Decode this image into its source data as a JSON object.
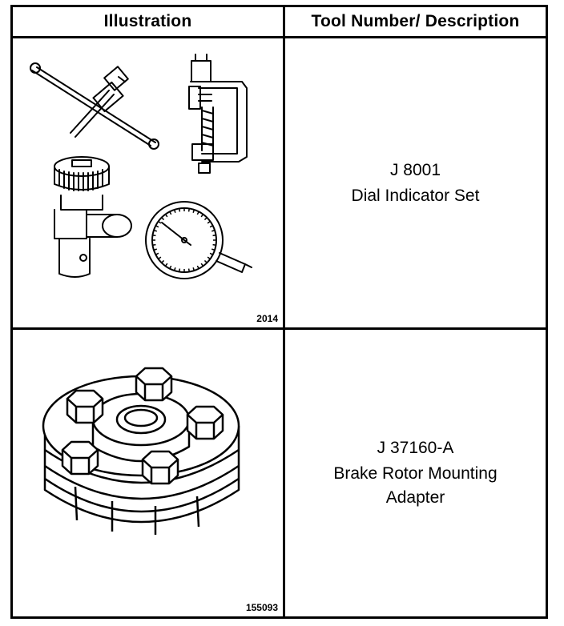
{
  "header": {
    "illustration_label": "Illustration",
    "description_label": "Tool Number/ Description"
  },
  "rows": [
    {
      "figure_number": "2014",
      "tool_number": "J 8001",
      "description": "Dial Indicator Set"
    },
    {
      "figure_number": "155093",
      "tool_number": "J 37160-A",
      "description": "Brake Rotor Mounting Adapter"
    }
  ]
}
